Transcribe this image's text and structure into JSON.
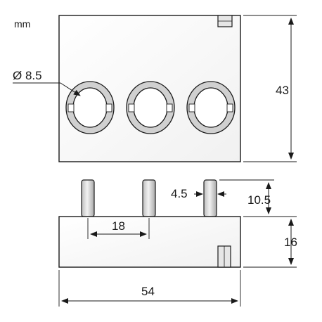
{
  "units_label": "mm",
  "dimensions": {
    "hole_diameter": "Ø 8.5",
    "height_top_view": "43",
    "pin_width": "4.5",
    "pin_height": "10.5",
    "pin_spacing": "18",
    "base_height": "16",
    "overall_width": "54"
  },
  "colors": {
    "line": "#1a1a1a",
    "body_fill": "#ffffff",
    "pin_fill": "#d9d9d9",
    "ring_fill": "#d0d0d0"
  }
}
